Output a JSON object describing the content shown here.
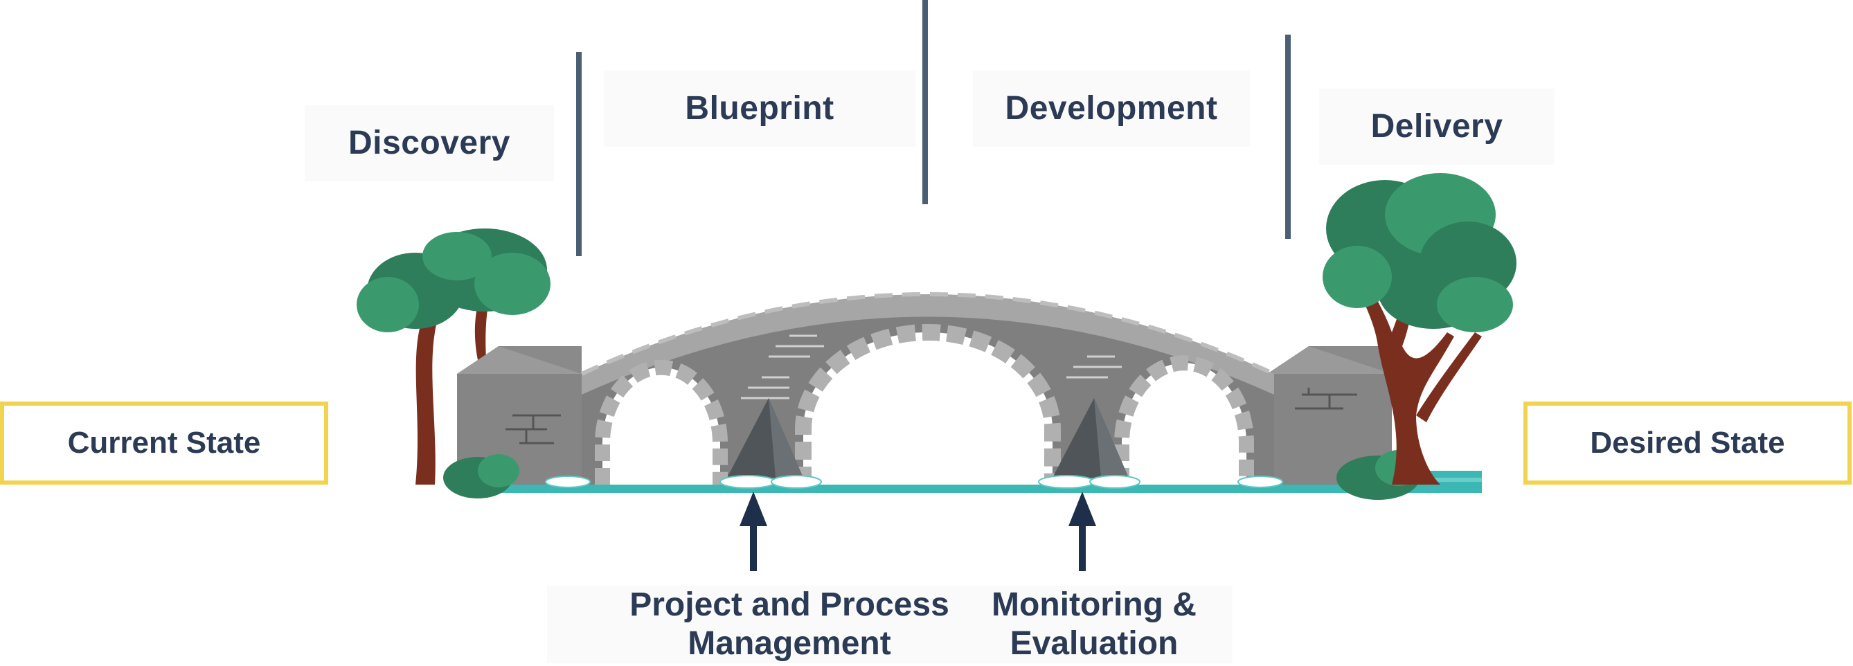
{
  "phases": {
    "discovery": "Discovery",
    "blueprint": "Blueprint",
    "development": "Development",
    "delivery": "Delivery"
  },
  "states": {
    "current": "Current State",
    "desired": "Desired State"
  },
  "supports": {
    "left_line1": "Project and Process",
    "left_line2": "Management",
    "right_line1": "Monitoring &",
    "right_line2": "Evaluation"
  },
  "colors": {
    "text": "#2b3a55",
    "divider": "#4a5f74",
    "state_border": "#f2d34f",
    "stone": "#8a8a8a",
    "water": "#3bb8b4",
    "foliage": "#2e7d5b",
    "trunk": "#7a2f1e",
    "arrow": "#1d2f4a"
  }
}
